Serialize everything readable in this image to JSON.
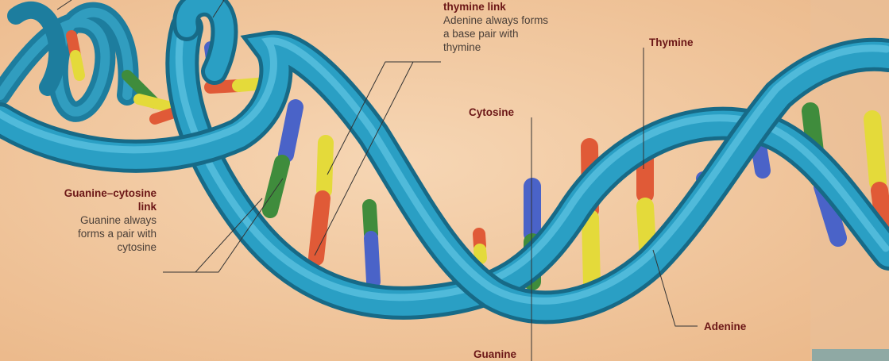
{
  "labels": {
    "at_link": {
      "title": "thymine link",
      "desc": "Adenine always forms a base pair with thymine"
    },
    "gc_link": {
      "title": "Guanine–cytosine link",
      "desc": "Guanine always forms a pair with cytosine"
    },
    "thymine": "Thymine",
    "cytosine": "Cytosine",
    "adenine": "Adenine",
    "guanine": "Guanine"
  },
  "colors": {
    "background": "#f2c9a0",
    "backbone": "#2a9fc4",
    "backbone_dark": "#1b6f8e",
    "adenine": "#e4da3a",
    "thymine": "#e05a37",
    "guanine": "#3f8c3c",
    "cytosine": "#4a63c8",
    "title_text": "#6b1616",
    "body_text": "#4a3f38",
    "leader_line": "#333333"
  }
}
